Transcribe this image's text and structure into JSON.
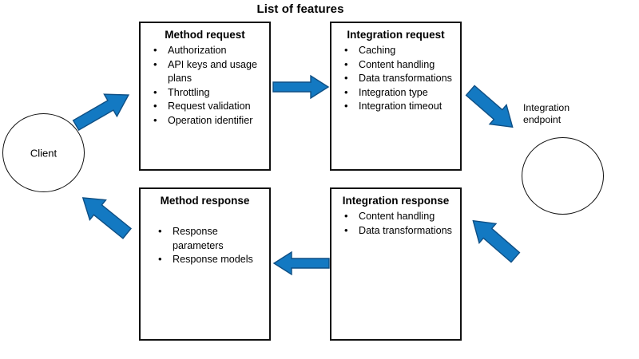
{
  "diagram": {
    "title": "List of features",
    "colors": {
      "arrow_fill": "#1379c2",
      "arrow_stroke": "#0f4f84",
      "box_border": "#111111",
      "background": "#ffffff",
      "text": "#000000"
    },
    "nodes": {
      "client": {
        "label": "Client",
        "shape": "circle"
      },
      "integration_endpoint": {
        "label_line1": "Integration",
        "label_line2": "endpoint",
        "shape": "circle"
      },
      "method_request": {
        "title": "Method request",
        "bullets": [
          "Authorization",
          "API keys and usage plans",
          "Throttling",
          "Request validation",
          "Operation identifier"
        ]
      },
      "integration_request": {
        "title": "Integration request",
        "bullets": [
          "Caching",
          "Content handling",
          "Data transformations",
          "Integration type",
          "Integration timeout"
        ]
      },
      "method_response": {
        "title": "Method response",
        "bullets": [
          "Response parameters",
          "Response models"
        ]
      },
      "integration_response": {
        "title": "Integration response",
        "bullets": [
          "Content handling",
          "Data transformations"
        ]
      }
    },
    "arrows": [
      {
        "name": "client-to-method-request",
        "direction": "up-right"
      },
      {
        "name": "method-request-to-integration-request",
        "direction": "right"
      },
      {
        "name": "integration-request-to-endpoint",
        "direction": "down-right"
      },
      {
        "name": "endpoint-to-integration-response",
        "direction": "down-left"
      },
      {
        "name": "integration-response-to-method-response",
        "direction": "left"
      },
      {
        "name": "method-response-to-client",
        "direction": "up-left"
      }
    ]
  }
}
